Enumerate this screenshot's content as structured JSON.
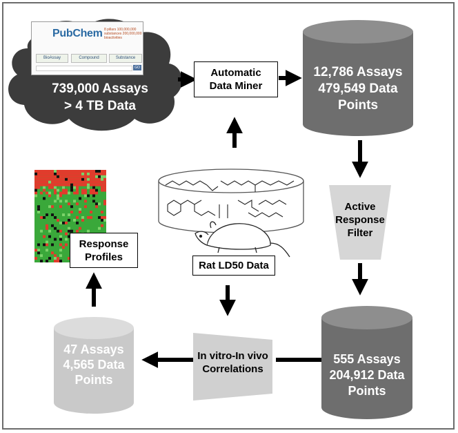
{
  "pubchem": {
    "logo_text": "PubChem",
    "tagline": "8 pillars 100,000,000 substances 200,000,000 bioactivities",
    "tabs": [
      "BioAssay",
      "Compound",
      "Substance"
    ],
    "search_button": "GO"
  },
  "cloud": {
    "line1": "739,000 Assays",
    "line2": "> 4 TB Data"
  },
  "miner": {
    "line1": "Automatic",
    "line2": "Data Miner"
  },
  "db1": {
    "line1": "12,786 Assays",
    "line2": "479,549 Data",
    "line3": "Points"
  },
  "filter": {
    "line1": "Active",
    "line2": "Response",
    "line3": "Filter"
  },
  "db2": {
    "line1": "555 Assays",
    "line2": "204,912 Data",
    "line3": "Points"
  },
  "correlations": {
    "line1": "In vitro-In vivo",
    "line2": "Correlations"
  },
  "db3": {
    "line1": "47 Assays",
    "line2": "4,565 Data",
    "line3": "Points"
  },
  "profiles": {
    "line1": "Response",
    "line2": "Profiles"
  },
  "rat": {
    "label": "Rat LD50 Data"
  },
  "colors": {
    "cloud": "#3c3c3c",
    "db_dark": "#6e6e6e",
    "db_light": "#c9c9c9",
    "filter": "#d6d6d6",
    "heatmap_red": "#e23b2c",
    "heatmap_green": "#3aa83a"
  }
}
